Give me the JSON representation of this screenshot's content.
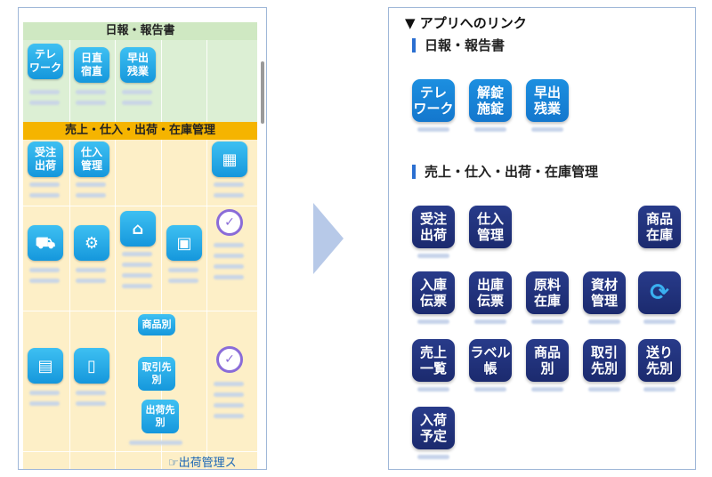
{
  "left": {
    "green_band": "日報・報告書",
    "orange_band": "売上・仕入・出荷・在庫管理",
    "green_icons": [
      "テレ\nワーク",
      "日直\n宿直",
      "早出\n残業"
    ],
    "row1_icons": [
      "受注\n出荷",
      "仕入\n管理"
    ],
    "text_buttons": [
      "商品別",
      "取引先\n別",
      "出荷先\n別"
    ],
    "bottom_link": "☞出荷管理ス"
  },
  "right": {
    "header": "▼ アプリへのリンク",
    "section1": "日報・報告書",
    "section2": "売上・仕入・出荷・在庫管理",
    "sec1_icons": [
      "テレ\nワーク",
      "解錠\n施錠",
      "早出\n残業"
    ],
    "sec2_row1": [
      "受注\n出荷",
      "仕入\n管理",
      "商品\n在庫"
    ],
    "sec2_row2": [
      "入庫\n伝票",
      "出庫\n伝票",
      "原料\n在庫",
      "資材\n管理"
    ],
    "sec2_row3": [
      "売上\n一覧",
      "ラベル\n帳",
      "商品\n別",
      "取引\n先別",
      "送り\n先別"
    ],
    "sec2_row4": [
      "入荷\n予定"
    ],
    "sync_icon": "sync-icon"
  }
}
